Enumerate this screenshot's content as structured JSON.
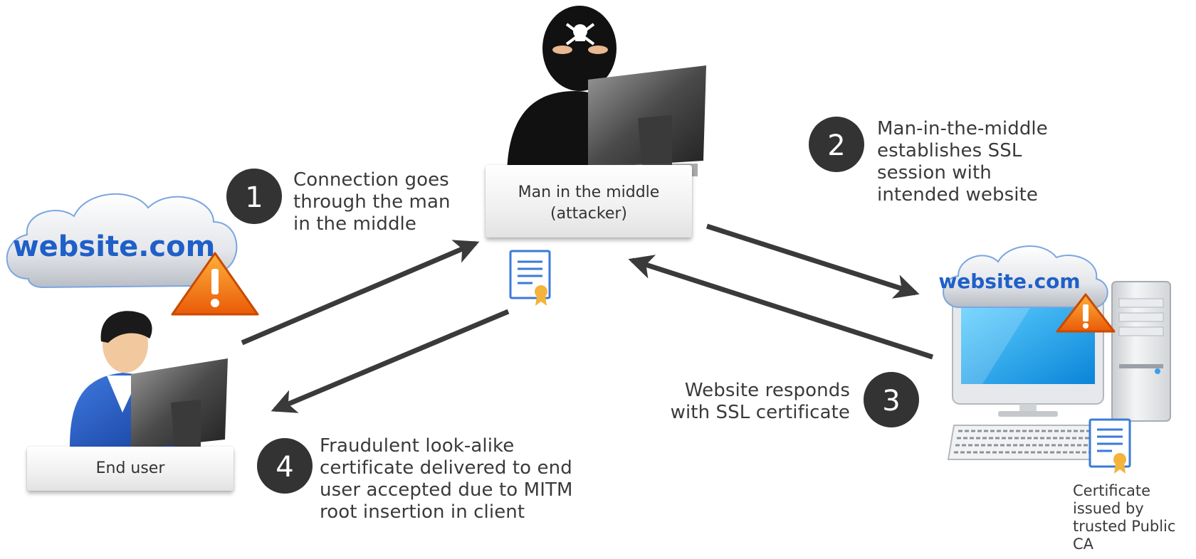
{
  "steps": [
    {
      "number": "1",
      "lines": [
        "Connection goes",
        "through the man",
        "in the middle"
      ]
    },
    {
      "number": "2",
      "lines": [
        "Man-in-the-middle",
        "establishes SSL",
        "session with",
        "intended website"
      ]
    },
    {
      "number": "3",
      "lines": [
        "Website responds",
        "with SSL certificate"
      ]
    },
    {
      "number": "4",
      "lines": [
        "Fraudulent look-alike",
        "certificate delivered to end",
        "user accepted due to MITM",
        "root insertion in client"
      ]
    }
  ],
  "nodes": {
    "attacker": {
      "lines": [
        "Man in the middle",
        "(attacker)"
      ]
    },
    "end_user": {
      "label": "End user"
    },
    "server": {
      "ca_lines": [
        "Certificate",
        "issued by",
        "trusted Public",
        "CA"
      ]
    }
  },
  "clouds": {
    "left": {
      "text": "website.com"
    },
    "right": {
      "text": "website.com"
    }
  },
  "colors": {
    "badge": "#333333",
    "arrow": "#3a3a3a",
    "cloud_text": "#1f5fc8",
    "warning": "#f07a10",
    "end_user_suit": "#1e56c8",
    "screen": "#1aa0e8"
  },
  "icons": [
    "cloud-icon",
    "warning-icon",
    "attacker-icon",
    "monitor-icon",
    "certificate-icon",
    "end-user-icon",
    "desktop-computer-icon"
  ]
}
